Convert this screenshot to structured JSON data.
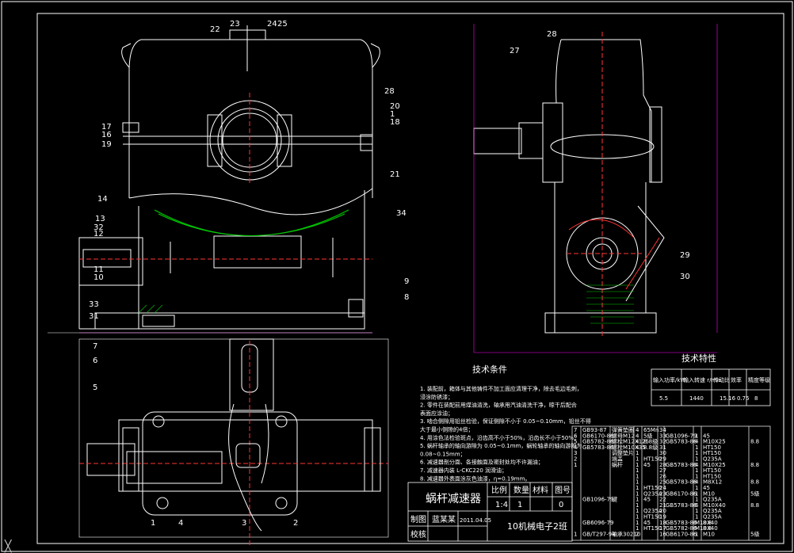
{
  "colors": {
    "background": "#000000",
    "line": "#ffffff",
    "center_line": "#ff3333",
    "dimension": "#ff00ff",
    "hatch": "#00ff00",
    "cursor": "#cccccc"
  },
  "front_view": {
    "labels": [
      "22",
      "23",
      "24",
      "25",
      "28",
      "20",
      "1",
      "18",
      "17",
      "16",
      "19",
      "21",
      "14",
      "13",
      "32",
      "12",
      "11",
      "10",
      "34",
      "33",
      "31",
      "9",
      "8"
    ]
  },
  "top_view": {
    "labels": [
      "7",
      "6",
      "5",
      "1",
      "4",
      "3",
      "2"
    ]
  },
  "side_view": {
    "labels": [
      "28",
      "27",
      "29",
      "30"
    ]
  },
  "tech_requirements": {
    "title": "技术条件",
    "items": [
      "1. 装配前，箱体与其他铸件不加工面应清理干净，除去毛边毛刺，",
      "   浸涂防锈漆；",
      "2. 零件在装配前用煤油清洗，轴承用汽油清洗干净，晾干后配合",
      "   表面应涂油；",
      "3. 啮合侧隙用铅丝检验，保证侧隙不小于 0.05~0.10mm，铅丝不得",
      "   大于最小侧隙的4倍；",
      "4. 用涂色法检验斑点，沿齿高不小于50%，沿齿长不小于50%；",
      "5. 蜗杆轴承的轴向游隙为 0.05~0.1mm，蜗轮轴承的轴向游隙为",
      "   0.08~0.15mm；",
      "6. 减速器剖分面、各接触面及密封处均不许漏油；",
      "7. 减速器内装 L-CKC220 润滑油；",
      "8. 减速器外表面涂灰色油漆，η=0.19mm。"
    ]
  },
  "tech_specs": {
    "title": "技术特性",
    "headers": [
      "输入功率/kW",
      "输入转速 r/min",
      "传动比",
      "效率",
      "精度等级"
    ],
    "values": [
      "5.5",
      "1440",
      "15.16",
      "0.75",
      "8"
    ]
  },
  "title_block": {
    "name": "蜗杆减速器",
    "col_headers": [
      "比例",
      "数量",
      "材料",
      "图号"
    ],
    "col_values": [
      "1:4",
      "1",
      "",
      "0"
    ],
    "row_labels": [
      "制图",
      "校核"
    ],
    "designer": "蓝某某",
    "date": "2011.04.05",
    "class": "10机械电子2班"
  },
  "bom": {
    "rows": [
      [
        "7",
        "GB93-87",
        "弹簧垫圈",
        "4",
        "65Mn",
        "34",
        "",
        ""
      ],
      [
        "6",
        "GB6170-86",
        "螺母M12",
        "4",
        "5级",
        "33",
        "GB1096-79",
        "1",
        "45"
      ],
      [
        "5",
        "GB5782-86",
        "螺栓M12X125",
        "4",
        "8.8级",
        "32",
        "GB5783-86",
        "4",
        "M10X25",
        "8.8"
      ],
      [
        "4",
        "GB5783-86",
        "螺栓M10X35",
        "4",
        "8.8级",
        "31",
        "",
        "1",
        "HT150"
      ],
      [
        "3",
        "",
        "调整垫片",
        "1",
        "",
        "30",
        "",
        "1",
        "HT150"
      ],
      [
        "2",
        "",
        "端盖",
        "1",
        "HT150",
        "29",
        "",
        "1",
        "Q235A"
      ],
      [
        "1",
        "",
        "蜗杆",
        "1",
        "45",
        "28",
        "GB5783-86",
        "4",
        "M10X25",
        "8.8"
      ],
      [
        "",
        "",
        "",
        "1",
        "",
        "27",
        "",
        "1",
        "HT150"
      ],
      [
        "",
        "",
        "",
        "1",
        "",
        "26",
        "",
        "1",
        "HT150"
      ],
      [
        "",
        "",
        "",
        "1",
        "",
        "25",
        "GB5783-86",
        "4",
        "M8X12",
        "8.8"
      ],
      [
        "",
        "",
        "",
        "1",
        "HT150",
        "24",
        "",
        "1",
        "45"
      ],
      [
        "",
        "",
        "",
        "1",
        "Q235A",
        "23",
        "GB6170-86",
        "1",
        "M10",
        "5级"
      ],
      [
        "",
        "GB1096-79",
        "键",
        "1",
        "45",
        "22",
        "",
        "1",
        "Q235A"
      ],
      [
        "",
        "",
        "",
        "1",
        "",
        "21",
        "GB5783-86",
        "6",
        "M10X40",
        "8.8"
      ],
      [
        "",
        "",
        "",
        "1",
        "Q235A",
        "20",
        "",
        "1",
        "Q235A"
      ],
      [
        "",
        "",
        "",
        "1",
        "HT150",
        "19",
        "",
        "1",
        "Q235A"
      ],
      [
        "",
        "GB6096-79",
        "",
        "1",
        "45",
        "18",
        "GB5783-86",
        "M10X40",
        "8.8"
      ],
      [
        "",
        "",
        "",
        "1",
        "HT150",
        "17",
        "GB5782-86",
        "M10X40",
        "8.8"
      ],
      [
        "1",
        "GB/T297-94",
        "轴承30210",
        "2",
        "",
        "16",
        "GB6170-86",
        "1",
        "M10",
        "5级"
      ]
    ]
  }
}
